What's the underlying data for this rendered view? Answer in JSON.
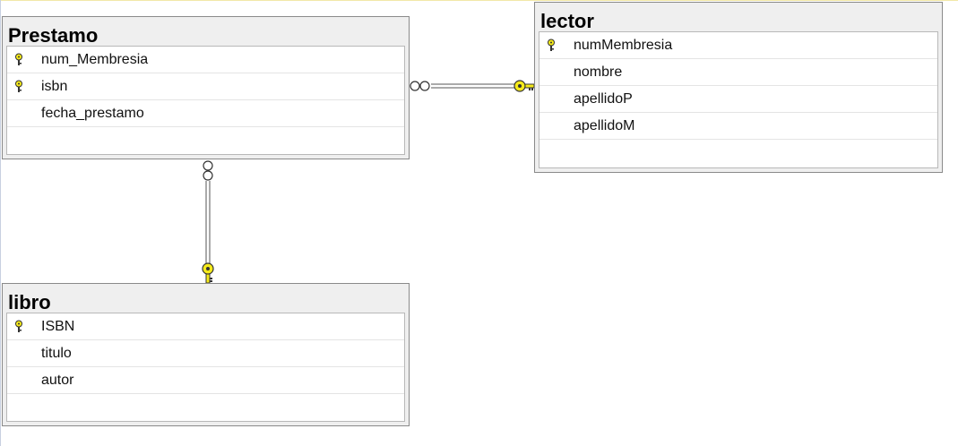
{
  "tables": {
    "prestamo": {
      "title": "Prestamo",
      "columns": [
        {
          "name": "num_Membresia",
          "key": true
        },
        {
          "name": "isbn",
          "key": true
        },
        {
          "name": "fecha_prestamo",
          "key": false
        }
      ]
    },
    "lector": {
      "title": "lector",
      "columns": [
        {
          "name": "numMembresia",
          "key": true
        },
        {
          "name": "nombre",
          "key": false
        },
        {
          "name": "apellidoP",
          "key": false
        },
        {
          "name": "apellidoM",
          "key": false
        }
      ]
    },
    "libro": {
      "title": "libro",
      "columns": [
        {
          "name": "ISBN",
          "key": true
        },
        {
          "name": "titulo",
          "key": false
        },
        {
          "name": "autor",
          "key": false
        }
      ]
    }
  },
  "relationships": [
    {
      "from": "Prestamo",
      "to": "lector",
      "from_end": "many",
      "to_end": "one"
    },
    {
      "from": "Prestamo",
      "to": "libro",
      "from_end": "many",
      "to_end": "one"
    }
  ],
  "colors": {
    "key_icon": "#f5ea1a",
    "relationship_key": "#f5ea1a",
    "header": "#efefef"
  }
}
